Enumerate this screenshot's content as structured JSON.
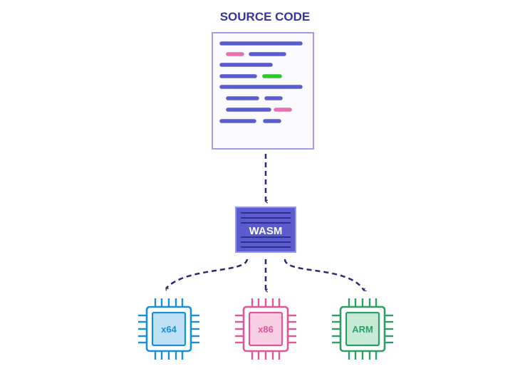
{
  "title": "SOURCE CODE",
  "wasm": {
    "label": "WASM"
  },
  "chips": [
    {
      "label": "x64",
      "color": "#1a8fd6",
      "fill": "#bfe0f5"
    },
    {
      "label": "x86",
      "color": "#e0569b",
      "fill": "#f8cfe2"
    },
    {
      "label": "ARM",
      "color": "#2f9e66",
      "fill": "#c6ead6"
    }
  ],
  "colors": {
    "title": "#35359a",
    "code_line": "#5b5bd0",
    "code_pink": "#ea6fb0",
    "code_green": "#2bc92b",
    "document_border": "#9e9ef0",
    "document_fill": "#fbfbff",
    "wasm_fill": "#5b5bd0",
    "wasm_border": "#9595ea",
    "arrow": "#2a2a7a"
  }
}
